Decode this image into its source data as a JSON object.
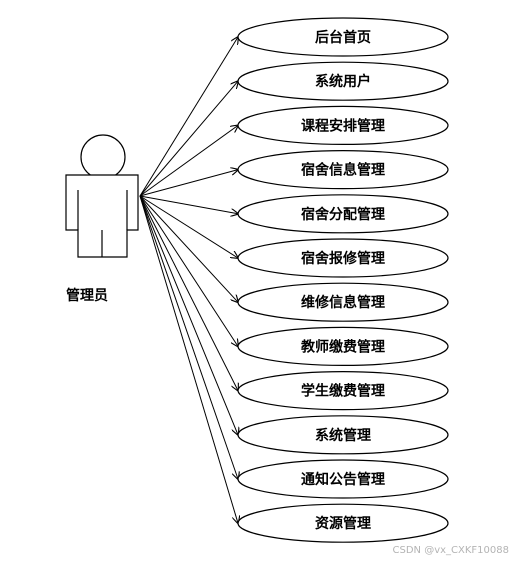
{
  "actor": {
    "label": "管理员",
    "icon": "stick-figure-actor-icon"
  },
  "use_cases": [
    {
      "label": "后台首页"
    },
    {
      "label": "系统用户"
    },
    {
      "label": "课程安排管理"
    },
    {
      "label": "宿舍信息管理"
    },
    {
      "label": "宿舍分配管理"
    },
    {
      "label": "宿舍报修管理"
    },
    {
      "label": "维修信息管理"
    },
    {
      "label": "教师缴费管理"
    },
    {
      "label": "学生缴费管理"
    },
    {
      "label": "系统管理"
    },
    {
      "label": "通知公告管理"
    },
    {
      "label": "资源管理"
    }
  ],
  "watermark": "CSDN @vx_CXKF10088",
  "colors": {
    "stroke": "#000000",
    "background": "#ffffff",
    "watermark": "#b4b4b4"
  }
}
